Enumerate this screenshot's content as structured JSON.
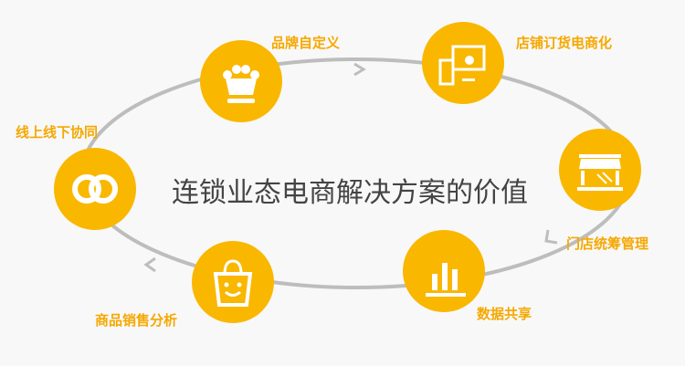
{
  "title": "连锁业态电商解决方案的价值",
  "nodes": [
    {
      "label": "品牌自定义",
      "icon": "crown-icon"
    },
    {
      "label": "店铺订货电商化",
      "icon": "devices-icon"
    },
    {
      "label": "门店统筹管理",
      "icon": "store-icon"
    },
    {
      "label": "数据共享",
      "icon": "bar-chart-icon"
    },
    {
      "label": "商品销售分析",
      "icon": "shopping-bag-icon"
    },
    {
      "label": "线上线下协同",
      "icon": "rings-icon"
    }
  ],
  "colors": {
    "accent": "#f9b700",
    "label": "#f5a800",
    "cycle": "#bdbdbd",
    "title": "#444444"
  }
}
